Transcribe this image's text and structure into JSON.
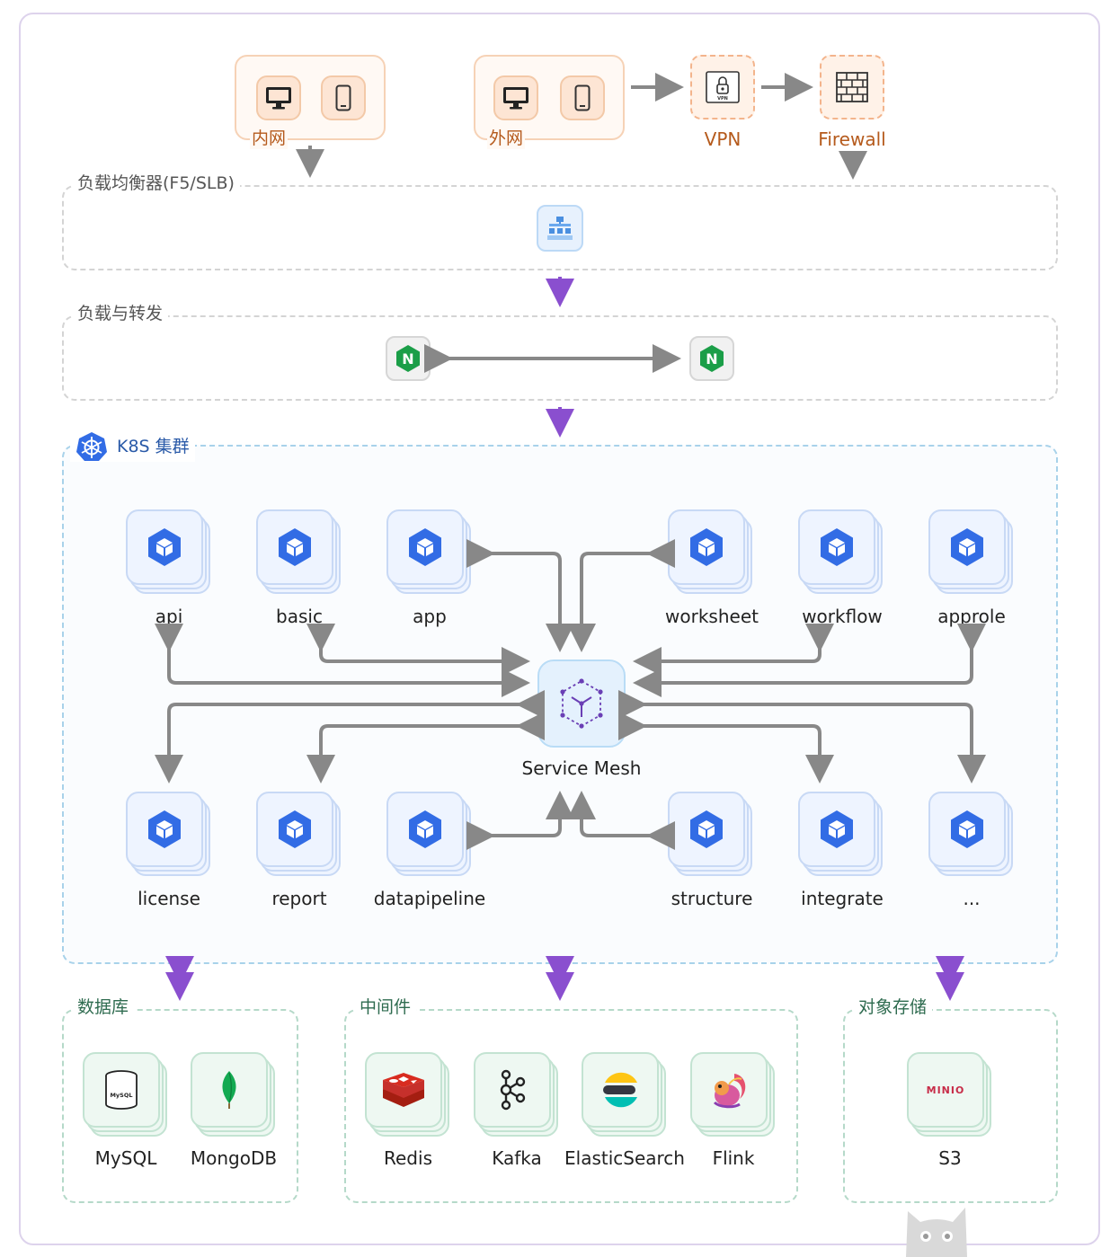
{
  "access": {
    "intranet_label": "内网",
    "internet_label": "外网",
    "vpn_label": "VPN",
    "vpn_badge": "VPN",
    "firewall_label": "Firewall"
  },
  "groups": {
    "load_balancer": "负载均衡器(F5/SLB)",
    "forwarding": "负载与转发",
    "k8s": "K8S 集群",
    "database": "数据库",
    "middleware": "中间件",
    "object_storage": "对象存储"
  },
  "nginx_letter": "N",
  "service_mesh": "Service Mesh",
  "services_top": [
    "api",
    "basic",
    "app",
    "worksheet",
    "workflow",
    "approle"
  ],
  "services_bottom": [
    "license",
    "report",
    "datapipeline",
    "structure",
    "integrate",
    "..."
  ],
  "databases": [
    "MySQL",
    "MongoDB"
  ],
  "mysql_badge": "MySQL",
  "middleware": [
    "Redis",
    "Kafka",
    "ElasticSearch",
    "Flink"
  ],
  "storage": [
    "S3"
  ],
  "minio_logo": "MINIO",
  "colors": {
    "accent_purple": "#8a4fcf",
    "arrow_gray": "#888888",
    "k8s_blue": "#326ce5",
    "nginx_green": "#1b9e48",
    "orange": "#b55a1c"
  }
}
